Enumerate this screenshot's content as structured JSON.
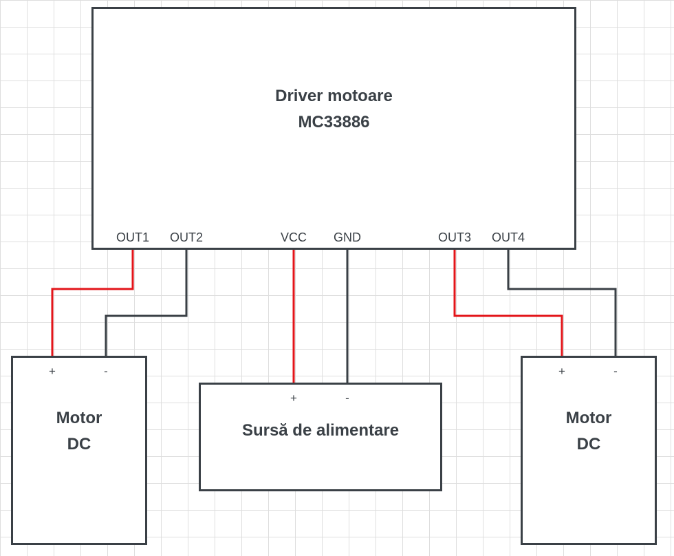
{
  "colors": {
    "wire_positive": "#e3151a",
    "wire_negative": "#3a4046",
    "box_border": "#3a4046",
    "grid": "#dedede"
  },
  "driver": {
    "title": "Driver motoare\nMC33886",
    "pins": {
      "out1": "OUT1",
      "out2": "OUT2",
      "vcc": "VCC",
      "gnd": "GND",
      "out3": "OUT3",
      "out4": "OUT4"
    }
  },
  "motor_left": {
    "title": "Motor\nDC",
    "plus": "+",
    "minus": "-"
  },
  "power_supply": {
    "title": "Sursă de alimentare",
    "plus": "+",
    "minus": "-"
  },
  "motor_right": {
    "title": "Motor\nDC",
    "plus": "+",
    "minus": "-"
  }
}
